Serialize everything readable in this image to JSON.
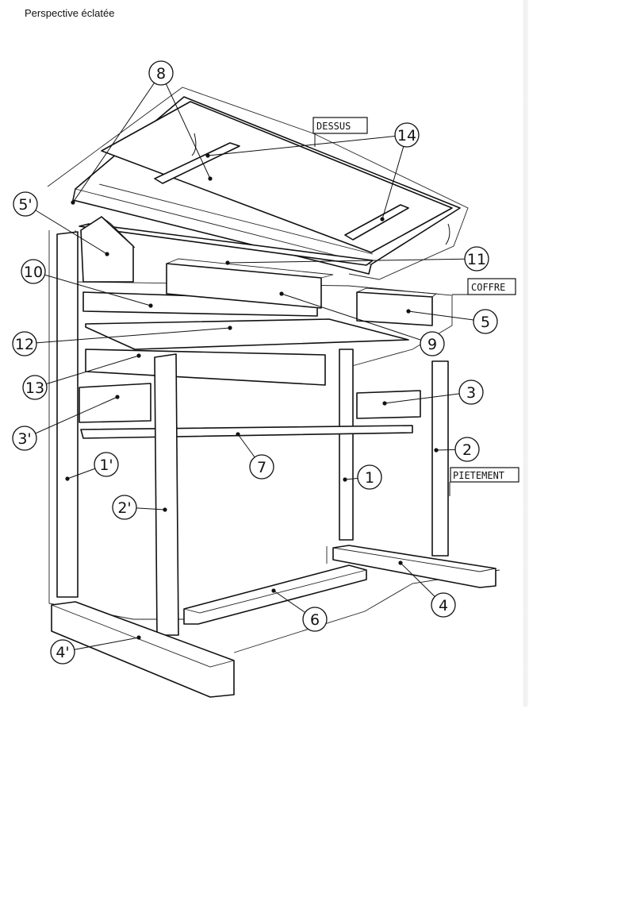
{
  "title": "Perspective éclatée",
  "section_labels": {
    "dessus": "DESSUS",
    "coffre": "COFFRE",
    "pietement": "PIETEMENT"
  },
  "callouts": [
    "8",
    "14",
    "5'",
    "11",
    "10",
    "5",
    "9",
    "12",
    "13",
    "3",
    "3'",
    "2",
    "7",
    "1'",
    "1",
    "2'",
    "4",
    "6",
    "4'"
  ]
}
